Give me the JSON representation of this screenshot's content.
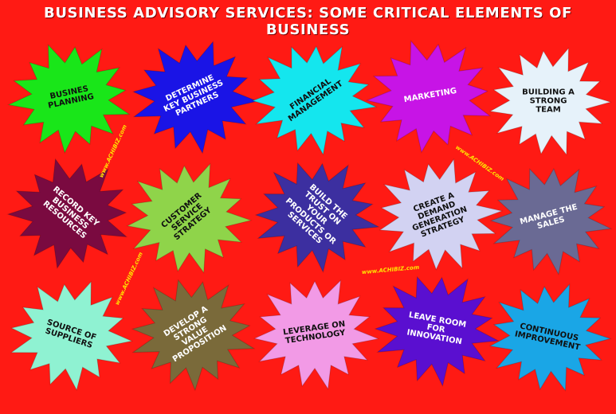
{
  "title": "BUSINESS ADVISORY SERVICES: SOME CRITICAL ELEMENTS OF BUSINESS",
  "colors": {
    "background": "#ff1a14",
    "watermark": "#ffe600"
  },
  "watermark_text": "www.ACHIBIZ.com",
  "elements": [
    {
      "label": "BUSINES\nPLANNING",
      "color": "#19e619",
      "text_color": "#101010"
    },
    {
      "label": "DETERMINE\nKEY BUSINESS\nPARTNERS",
      "color": "#1a14e6",
      "text_color": "#ffffff"
    },
    {
      "label": "FINANCIAL\nMANAGEMENT",
      "color": "#14e6ee",
      "text_color": "#101010"
    },
    {
      "label": "MARKETING",
      "color": "#c714e6",
      "text_color": "#ffffff"
    },
    {
      "label": "BUILDING A\nSTRONG\nTEAM",
      "color": "#e6f2fa",
      "text_color": "#101010"
    },
    {
      "label": "RECORD KEY\nBUSINESS\nRESOURCES",
      "color": "#7a0a40",
      "text_color": "#ffffff"
    },
    {
      "label": "CUSTOMER\nSERVICE\nSTRATEGY",
      "color": "#8fd44a",
      "text_color": "#101010"
    },
    {
      "label": "BUILD THE\nTRUST ON\nYOUR\nPRODUCTS OR\nSERVICES",
      "color": "#3c2fa0",
      "text_color": "#ffffff"
    },
    {
      "label": "CREATE A\nDEMAND\nGENERATION\nSTRATEGY",
      "color": "#d2d2f2",
      "text_color": "#101010"
    },
    {
      "label": "MANAGE THE\nSALES",
      "color": "#6a6a94",
      "text_color": "#ffffff"
    },
    {
      "label": "SOURCE OF\nSUPPLIERS",
      "color": "#8ff2d2",
      "text_color": "#101010"
    },
    {
      "label": "DEVELOP A\nSTRONG\nVALUE\nPROPOSITION",
      "color": "#7a6a3a",
      "text_color": "#ffffff"
    },
    {
      "label": "LEVERAGE ON\nTECHNOLOGY",
      "color": "#f29ae6",
      "text_color": "#101010"
    },
    {
      "label": "LEAVE ROOM\nFOR\nINNOVATION",
      "color": "#5a0fd0",
      "text_color": "#ffffff"
    },
    {
      "label": "CONTINUOUS\nIMPROVEMENT",
      "color": "#1aa6e6",
      "text_color": "#101010"
    }
  ]
}
